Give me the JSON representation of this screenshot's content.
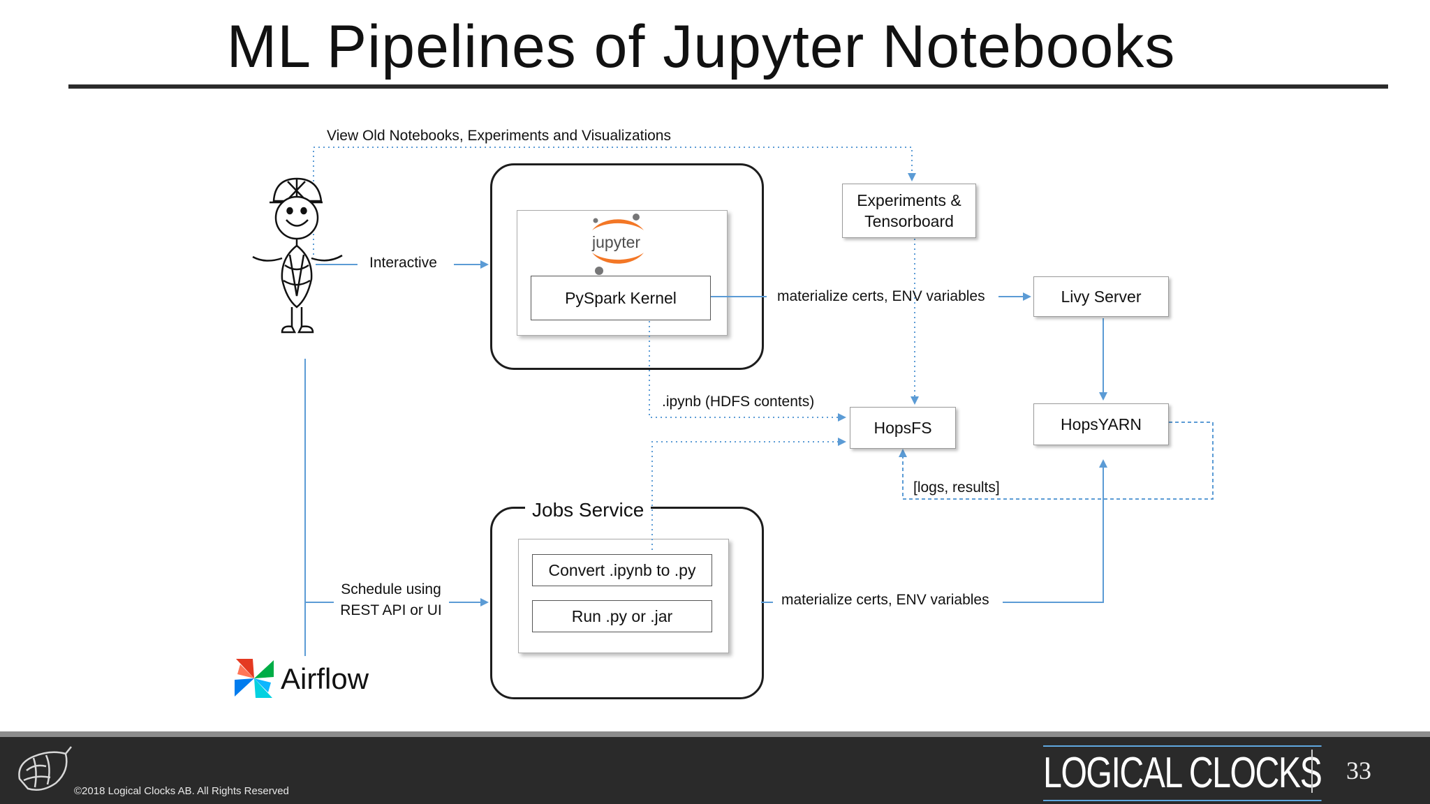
{
  "title": "ML Pipelines of Jupyter Notebooks",
  "labels": {
    "view_old": "View Old Notebooks, Experiments  and Visualizations",
    "interactive": "Interactive",
    "materialize_top": "materialize certs, ENV variables",
    "ipynb": ".ipynb (HDFS contents)",
    "logs_results": "[logs, results]",
    "schedule_line1": "Schedule using",
    "schedule_line2": "REST API or UI",
    "materialize_bottom": "materialize certs, ENV variables"
  },
  "boxes": {
    "experiments_line1": "Experiments &",
    "experiments_line2": "Tensorboard",
    "pyspark_kernel": "PySpark Kernel",
    "livy_server": "Livy Server",
    "hopsfs": "HopsFS",
    "hopsyarn": "HopsYARN",
    "jobs_service": "Jobs Service",
    "convert": "Convert .ipynb to .py",
    "run": "Run .py or .jar"
  },
  "jupyter_logo_text": "jupyter",
  "airflow": "Airflow",
  "footer": {
    "copyright": "©2018 Logical Clocks AB. All Rights Reserved",
    "brand": "LOGICAL CLOCKS",
    "page_number": "33"
  },
  "colors": {
    "arrow_blue": "#5b9bd5",
    "frame_dark": "#1d1d1d",
    "jupyter_orange": "#f37726",
    "footer_bg": "#2a2a2a"
  },
  "icons": [
    "stick-figure-icon",
    "jupyter-logo",
    "airflow-pinwheel-icon",
    "hops-logo-icon"
  ]
}
